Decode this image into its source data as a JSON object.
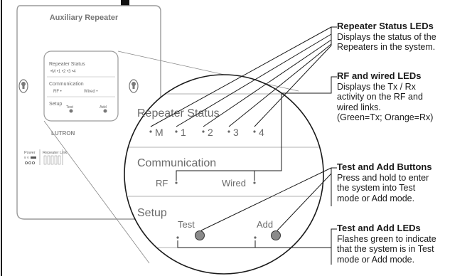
{
  "device": {
    "title": "Auxiliary Repeater",
    "brand": "LUTRON",
    "small_panel": {
      "repeater_status": "Repeater Status",
      "status_leds": "•M •1 •2 •3 •4",
      "communication": "Communication",
      "rf": "RF •",
      "wired": "Wired •",
      "setup": "Setup",
      "test": "Test",
      "add": "Add"
    },
    "bottom": {
      "power": "Power",
      "repeater_link": "Repeater Link",
      "voltage": "9 V"
    }
  },
  "zoom": {
    "repeater_status": "Repeater Status",
    "status_leds": [
      "M",
      "1",
      "2",
      "3",
      "4"
    ],
    "communication": "Communication",
    "rf": "RF",
    "wired": "Wired",
    "setup": "Setup",
    "test": "Test",
    "add": "Add"
  },
  "callouts": [
    {
      "title": "Repeater Status LEDs",
      "desc": "Displays the status of the\nRepeaters in the system."
    },
    {
      "title": "RF and wired LEDs",
      "desc": "Displays the Tx / Rx\nactivity on the RF and\nwired links.\n(Green=Tx; Orange=Rx)"
    },
    {
      "title": "Test and Add Buttons",
      "desc": "Press and hold to enter\nthe system into Test\nmode or Add mode."
    },
    {
      "title": "Test and Add LEDs",
      "desc": "Flashes green to indicate\nthat the system is in Test\nmode or Add mode."
    }
  ],
  "colors": {
    "led_button": "#8a8a8a",
    "line": "#1a1a1a",
    "device_edge": "#9a9a9a",
    "text_gray": "#6a6a6a"
  }
}
